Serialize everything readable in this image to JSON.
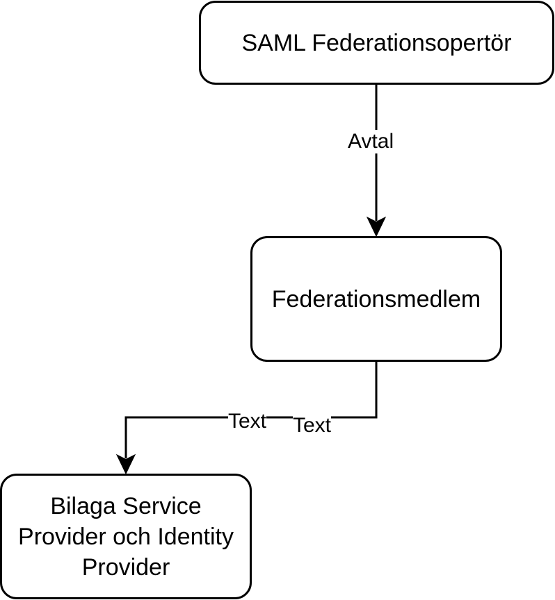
{
  "diagram": {
    "nodes": {
      "operator": {
        "label": "SAML Federationsopertör"
      },
      "member": {
        "label": "Federationsmedlem"
      },
      "attachment": {
        "label": "Bilaga Service Provider och Identity Provider"
      }
    },
    "edges": {
      "operator_to_member": {
        "label": "Avtal"
      },
      "member_to_attachment": {
        "label_a": "Text",
        "label_b": "Text"
      }
    }
  },
  "colors": {
    "stroke": "#000000",
    "fill": "#ffffff",
    "text": "#000000"
  }
}
